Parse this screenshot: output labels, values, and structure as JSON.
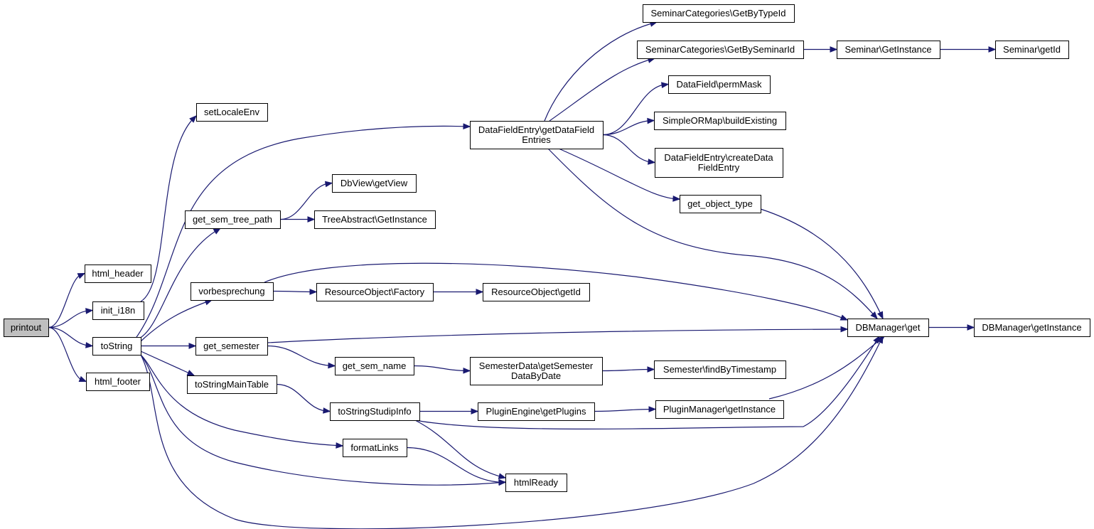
{
  "colors": {
    "edge": "#191970",
    "box_fill": "#ffffff",
    "root_fill": "#bfbfbf",
    "text": "#000000"
  },
  "graph": {
    "root": "printout",
    "nodes": [
      {
        "id": "printout",
        "lines": [
          "printout"
        ]
      },
      {
        "id": "html_header",
        "lines": [
          "html_header"
        ]
      },
      {
        "id": "init_i18n",
        "lines": [
          "init_i18n"
        ]
      },
      {
        "id": "toString",
        "lines": [
          "toString"
        ]
      },
      {
        "id": "html_footer",
        "lines": [
          "html_footer"
        ]
      },
      {
        "id": "setLocaleEnv",
        "lines": [
          "setLocaleEnv"
        ]
      },
      {
        "id": "get_sem_tree_path",
        "lines": [
          "get_sem_tree_path"
        ]
      },
      {
        "id": "vorbesprechung",
        "lines": [
          "vorbesprechung"
        ]
      },
      {
        "id": "get_semester",
        "lines": [
          "get_semester"
        ]
      },
      {
        "id": "toStringMainTable",
        "lines": [
          "toStringMainTable"
        ]
      },
      {
        "id": "DbView_getView",
        "lines": [
          "DbView\\getView"
        ]
      },
      {
        "id": "TreeAbstract_GetInstance",
        "lines": [
          "TreeAbstract\\GetInstance"
        ]
      },
      {
        "id": "ResourceObject_Factory",
        "lines": [
          "ResourceObject\\Factory"
        ]
      },
      {
        "id": "ResourceObject_getId",
        "lines": [
          "ResourceObject\\getId"
        ]
      },
      {
        "id": "get_sem_name",
        "lines": [
          "get_sem_name"
        ]
      },
      {
        "id": "toStringStudipInfo",
        "lines": [
          "toStringStudipInfo"
        ]
      },
      {
        "id": "formatLinks",
        "lines": [
          "formatLinks"
        ]
      },
      {
        "id": "htmlReady",
        "lines": [
          "htmlReady"
        ]
      },
      {
        "id": "DataFieldEntry_getDataFieldEntries",
        "lines": [
          "DataFieldEntry\\getDataField",
          "Entries"
        ]
      },
      {
        "id": "SemesterData_getSemesterDataByDate",
        "lines": [
          "SemesterData\\getSemester",
          "DataByDate"
        ]
      },
      {
        "id": "PluginEngine_getPlugins",
        "lines": [
          "PluginEngine\\getPlugins"
        ]
      },
      {
        "id": "SeminarCategories_GetByTypeId",
        "lines": [
          "SeminarCategories\\GetByTypeId"
        ]
      },
      {
        "id": "SeminarCategories_GetBySeminarId",
        "lines": [
          "SeminarCategories\\GetBySeminarId"
        ]
      },
      {
        "id": "DataField_permMask",
        "lines": [
          "DataField\\permMask"
        ]
      },
      {
        "id": "SimpleORMap_buildExisting",
        "lines": [
          "SimpleORMap\\buildExisting"
        ]
      },
      {
        "id": "DataFieldEntry_createDataFieldEntry",
        "lines": [
          "DataFieldEntry\\createData",
          "FieldEntry"
        ]
      },
      {
        "id": "get_object_type",
        "lines": [
          "get_object_type"
        ]
      },
      {
        "id": "Semester_findByTimestamp",
        "lines": [
          "Semester\\findByTimestamp"
        ]
      },
      {
        "id": "PluginManager_getInstance",
        "lines": [
          "PluginManager\\getInstance"
        ]
      },
      {
        "id": "Seminar_GetInstance",
        "lines": [
          "Seminar\\GetInstance"
        ]
      },
      {
        "id": "DBManager_get",
        "lines": [
          "DBManager\\get"
        ]
      },
      {
        "id": "Seminar_getId",
        "lines": [
          "Seminar\\getId"
        ]
      },
      {
        "id": "DBManager_getInstance",
        "lines": [
          "DBManager\\getInstance"
        ]
      }
    ],
    "edges": [
      [
        "printout",
        "html_header"
      ],
      [
        "printout",
        "init_i18n"
      ],
      [
        "printout",
        "toString"
      ],
      [
        "printout",
        "html_footer"
      ],
      [
        "init_i18n",
        "setLocaleEnv"
      ],
      [
        "toString",
        "DataFieldEntry_getDataFieldEntries"
      ],
      [
        "toString",
        "get_sem_tree_path"
      ],
      [
        "toString",
        "vorbesprechung"
      ],
      [
        "toString",
        "get_semester"
      ],
      [
        "toString",
        "toStringMainTable"
      ],
      [
        "toString",
        "formatLinks"
      ],
      [
        "toString",
        "htmlReady"
      ],
      [
        "toString",
        "DBManager_get"
      ],
      [
        "get_sem_tree_path",
        "DbView_getView"
      ],
      [
        "get_sem_tree_path",
        "TreeAbstract_GetInstance"
      ],
      [
        "vorbesprechung",
        "ResourceObject_Factory"
      ],
      [
        "vorbesprechung",
        "DBManager_get"
      ],
      [
        "ResourceObject_Factory",
        "ResourceObject_getId"
      ],
      [
        "get_semester",
        "get_sem_name"
      ],
      [
        "get_semester",
        "DBManager_get"
      ],
      [
        "get_sem_name",
        "SemesterData_getSemesterDataByDate"
      ],
      [
        "SemesterData_getSemesterDataByDate",
        "Semester_findByTimestamp"
      ],
      [
        "toStringMainTable",
        "toStringStudipInfo"
      ],
      [
        "toStringStudipInfo",
        "PluginEngine_getPlugins"
      ],
      [
        "toStringStudipInfo",
        "htmlReady"
      ],
      [
        "toStringStudipInfo",
        "DBManager_get"
      ],
      [
        "PluginEngine_getPlugins",
        "PluginManager_getInstance"
      ],
      [
        "PluginManager_getInstance",
        "DBManager_get"
      ],
      [
        "formatLinks",
        "htmlReady"
      ],
      [
        "DataFieldEntry_getDataFieldEntries",
        "SeminarCategories_GetByTypeId"
      ],
      [
        "DataFieldEntry_getDataFieldEntries",
        "SeminarCategories_GetBySeminarId"
      ],
      [
        "DataFieldEntry_getDataFieldEntries",
        "DataField_permMask"
      ],
      [
        "DataFieldEntry_getDataFieldEntries",
        "SimpleORMap_buildExisting"
      ],
      [
        "DataFieldEntry_getDataFieldEntries",
        "DataFieldEntry_createDataFieldEntry"
      ],
      [
        "DataFieldEntry_getDataFieldEntries",
        "get_object_type"
      ],
      [
        "DataFieldEntry_getDataFieldEntries",
        "DBManager_get"
      ],
      [
        "get_object_type",
        "DBManager_get"
      ],
      [
        "SeminarCategories_GetBySeminarId",
        "Seminar_GetInstance"
      ],
      [
        "Seminar_GetInstance",
        "Seminar_getId"
      ],
      [
        "DBManager_get",
        "DBManager_getInstance"
      ]
    ]
  }
}
